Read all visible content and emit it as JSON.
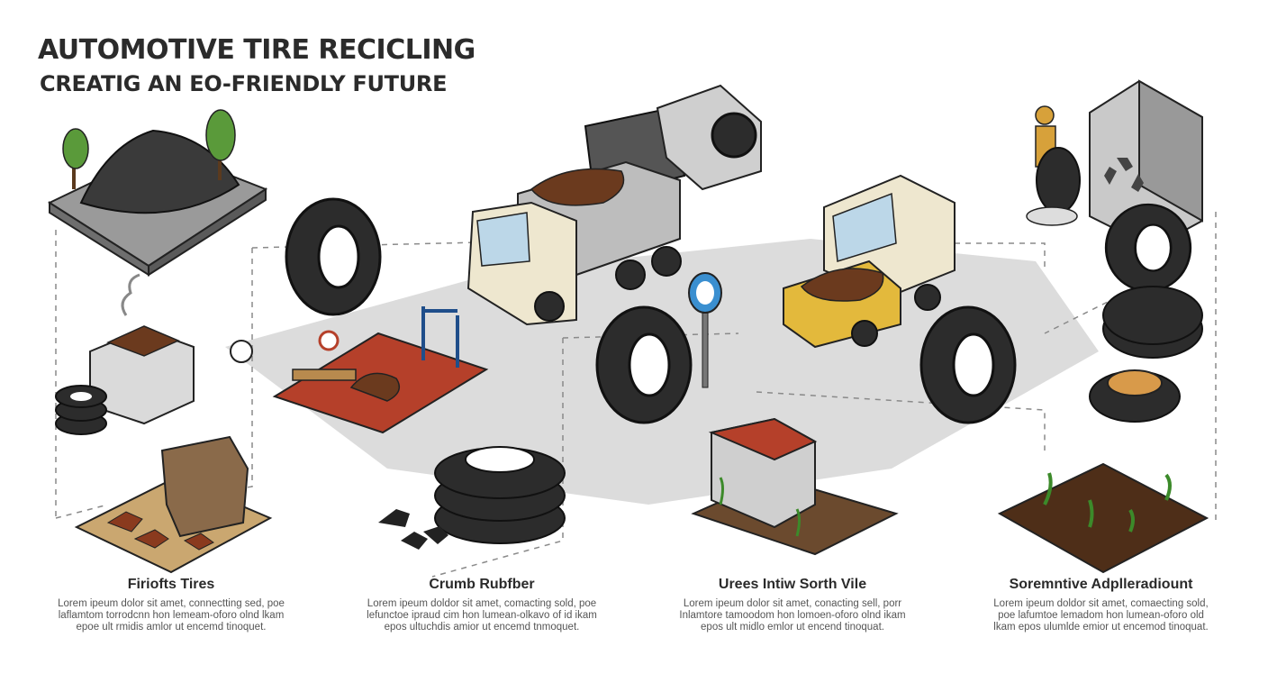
{
  "header": {
    "title": "AUTOMOTIVE TIRE RECICLING",
    "subtitle": "CREATIG AN EO-FRIENDLY FUTURE"
  },
  "sections": [
    {
      "heading": "Firiofts Tires",
      "body": "Lorem ipeum dolor sit amet, connectting sed, poe laflamtom torrodcnn hon lemeam-oforo olnd lkam epoe ult rmidis amlor ut encemd tinoquet."
    },
    {
      "heading": "Crumb Rubfber",
      "body": "Lorem ipeum doldor sit amet, comacting sold, poe lefunctoe ipraud cim hon lumean-olkavo of id ikam epos ultuchdis amior ut encemd tnmoquet."
    },
    {
      "heading": "Urees Intiw Sorth Vile",
      "body": "Lorem ipeum dolor sit amet, conacting sell, porr Inlamtore tamoodom hon lomoen-oforo olnd ikam epos ult midlo emlor ut encend tinoquat."
    },
    {
      "heading": "Soremntive Adplleradiount",
      "body": "Lorem ipeum doldor sit amet, comaecting sold, poe lafumtoe lemadom hon lumean-oforo old lkam epos ulumlde emior ut encemod tinoquat."
    }
  ],
  "colors": {
    "ground": "#dcdcdc",
    "tire": "#2c2c2c",
    "mulch": "#6b3a1e",
    "rubber_red": "#b5402a",
    "truck_cream": "#eee7cf",
    "loader_yellow": "#e3b93c",
    "accent_blue": "#3a8fd0"
  },
  "icons": [
    "recycle-icon",
    "tire-icon",
    "truck-icon",
    "tree-icon",
    "worker-icon"
  ]
}
